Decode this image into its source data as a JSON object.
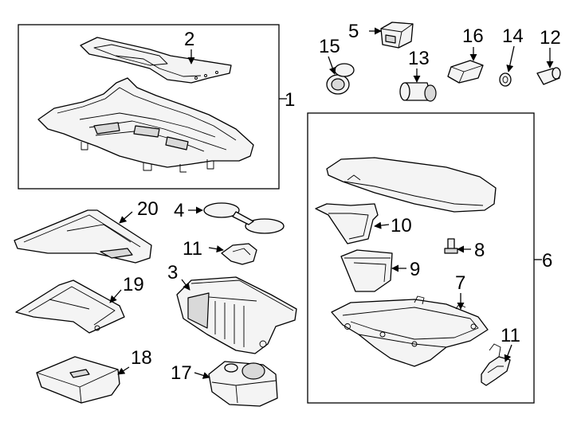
{
  "callouts": {
    "c1": "1",
    "c2": "2",
    "c3": "3",
    "c4": "4",
    "c5": "5",
    "c6": "6",
    "c7": "7",
    "c8": "8",
    "c9": "9",
    "c10": "10",
    "c11a": "11",
    "c11b": "11",
    "c12": "12",
    "c13": "13",
    "c14": "14",
    "c15": "15",
    "c16": "16",
    "c17": "17",
    "c18": "18",
    "c19": "19",
    "c20": "20"
  },
  "colors": {
    "line": "#000000",
    "part_fill": "#f4f4f4",
    "part_shade": "#d9d9d9",
    "background": "#ffffff"
  }
}
